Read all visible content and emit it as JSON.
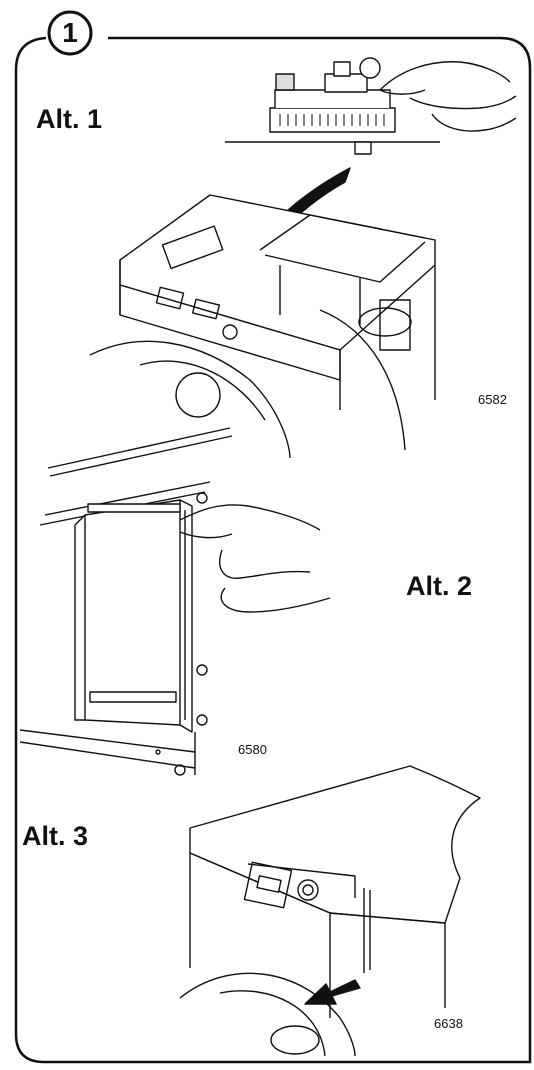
{
  "step": {
    "number": "1"
  },
  "panels": [
    {
      "label": "Alt. 1",
      "ref": "6582"
    },
    {
      "label": "Alt. 2",
      "ref": "6580"
    },
    {
      "label": "Alt. 3",
      "ref": "6638"
    }
  ]
}
